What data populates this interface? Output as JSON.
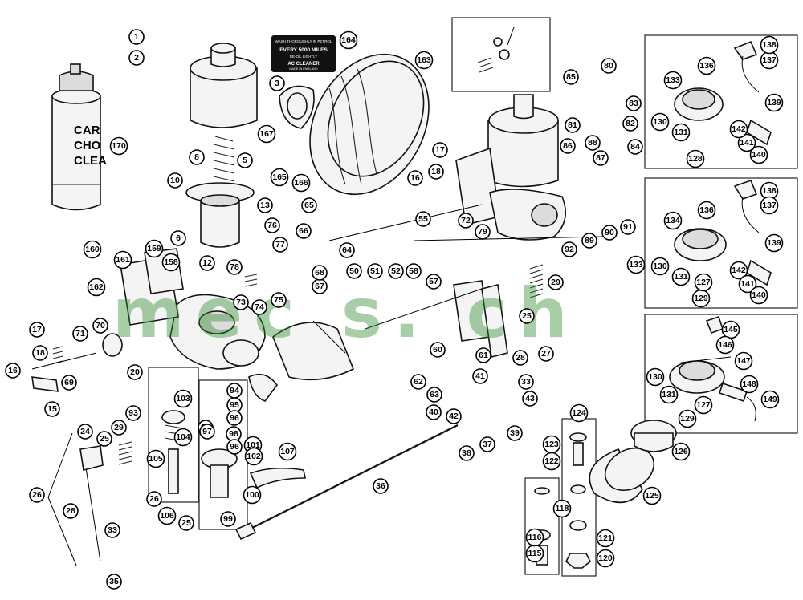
{
  "watermark": "mec s. ch",
  "can": {
    "label_lines": [
      "CAR",
      "CHO",
      "CLEA"
    ]
  },
  "decal": {
    "line1": "WASH THOROUGHLY IN PETROL",
    "line2": "EVERY 5000 MILES",
    "line3": "RE-OIL LIGHTLY",
    "line4": "AC CLEANER",
    "line5": "MADE IN ENGLAND"
  },
  "callouts": [
    "1",
    "2",
    "3",
    "5",
    "6",
    "8",
    "10",
    "12",
    "13",
    "15",
    "16",
    "17",
    "18",
    "20",
    "24",
    "25",
    "26",
    "27",
    "28",
    "29",
    "33",
    "35",
    "36",
    "37",
    "38",
    "39",
    "40",
    "41",
    "42",
    "43",
    "50",
    "51",
    "52",
    "55",
    "57",
    "58",
    "60",
    "61",
    "62",
    "63",
    "64",
    "65",
    "66",
    "67",
    "68",
    "69",
    "70",
    "71",
    "72",
    "73",
    "74",
    "75",
    "76",
    "77",
    "78",
    "79",
    "80",
    "81",
    "82",
    "83",
    "84",
    "85",
    "86",
    "87",
    "88",
    "89",
    "90",
    "91",
    "92",
    "93",
    "94",
    "95",
    "96",
    "97",
    "98",
    "99",
    "100",
    "101",
    "102",
    "103",
    "104",
    "105",
    "106",
    "107",
    "115",
    "116",
    "118",
    "120",
    "121",
    "122",
    "123",
    "124",
    "125",
    "126",
    "127",
    "128",
    "129",
    "130",
    "131",
    "133",
    "134",
    "136",
    "137",
    "138",
    "139",
    "140",
    "141",
    "142",
    "145",
    "146",
    "147",
    "148",
    "149",
    "158",
    "159",
    "160",
    "161",
    "162",
    "163",
    "164",
    "165",
    "166",
    "167",
    "170"
  ]
}
